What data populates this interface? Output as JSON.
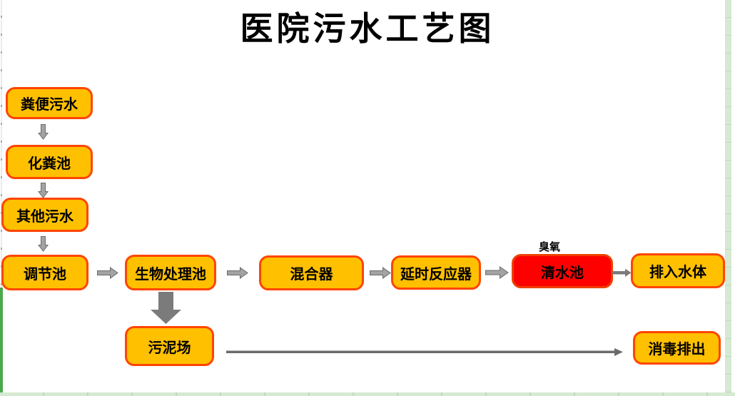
{
  "title": "医院污水工艺图",
  "annotations": {
    "ozone": "臭氧"
  },
  "nodes": [
    {
      "id": "fecal-sewage",
      "label": "粪便污水",
      "variant": "orange"
    },
    {
      "id": "septic-tank",
      "label": "化粪池",
      "variant": "orange"
    },
    {
      "id": "other-sewage",
      "label": "其他污水",
      "variant": "orange"
    },
    {
      "id": "regulating-tank",
      "label": "调节池",
      "variant": "orange"
    },
    {
      "id": "bio-treatment-tank",
      "label": "生物处理池",
      "variant": "orange"
    },
    {
      "id": "mixer",
      "label": "混合器",
      "variant": "orange"
    },
    {
      "id": "delay-reactor",
      "label": "延时反应器",
      "variant": "orange"
    },
    {
      "id": "clear-water-tank",
      "label": "清水池",
      "variant": "red"
    },
    {
      "id": "discharge-to-water-body",
      "label": "排入水体",
      "variant": "orange"
    },
    {
      "id": "sludge-yard",
      "label": "污泥场",
      "variant": "orange"
    },
    {
      "id": "disinfection-discharge",
      "label": "消毒排出",
      "variant": "orange"
    }
  ],
  "colors": {
    "node_fill": "#FFC000",
    "node_border": "#FF4500",
    "highlight_fill": "#FF0000",
    "highlight_border": "#EE4000",
    "arrow_fill": "#A3A3A3",
    "arrow_outline": "#6B6B6B",
    "arrow_solid": "#7B7B7B",
    "left_edge_green": "#4CA84C",
    "sheet_strip_green": "#D6E9D2"
  }
}
